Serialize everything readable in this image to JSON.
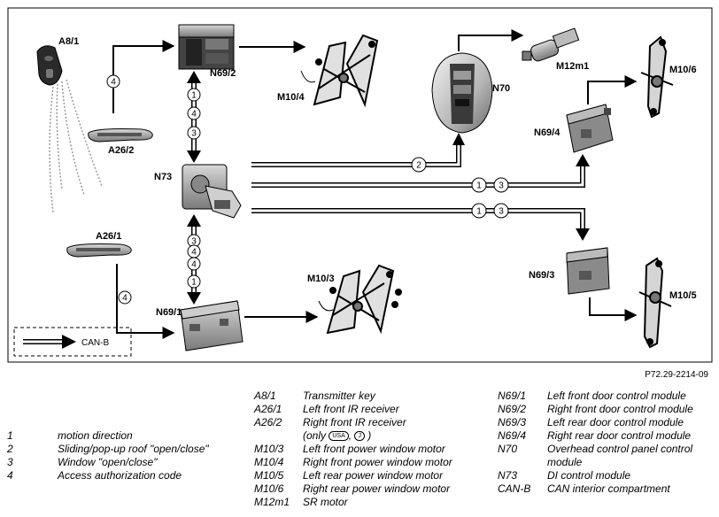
{
  "components": {
    "a8_1": "A8/1",
    "a26_1": "A26/1",
    "a26_2": "A26/2",
    "n73": "N73",
    "n69_1": "N69/1",
    "n69_2": "N69/2",
    "n69_3": "N69/3",
    "n69_4": "N69/4",
    "n70": "N70",
    "m10_3": "M10/3",
    "m10_4": "M10/4",
    "m10_5": "M10/5",
    "m10_6": "M10/6",
    "m12m1": "M12m1"
  },
  "can_b_label": "CAN-B",
  "path_numbers": {
    "a8_to_n69_2": "4",
    "a26_1_to_n69_1": "4",
    "n73_up": [
      "1",
      "4",
      "3"
    ],
    "n73_down": [
      "3",
      "4",
      "4",
      "1"
    ],
    "to_n70": "2",
    "to_n69_4": [
      "1",
      "3"
    ],
    "to_n69_3": [
      "1",
      "3"
    ]
  },
  "figure_ref": "P72.29-2214-09",
  "legend_left": [
    {
      "key": "1",
      "value": "motion direction"
    },
    {
      "key": "2",
      "value": "Sliding/pop-up roof \"open/close\""
    },
    {
      "key": "3",
      "value": "Window \"open/close\""
    },
    {
      "key": "4",
      "value": "Access authorization code"
    }
  ],
  "legend_mid": [
    {
      "key": "A8/1",
      "value": "Transmitter key"
    },
    {
      "key": "A26/1",
      "value": "Left front IR receiver"
    },
    {
      "key": "A26/2",
      "value": "Right front IR receiver"
    },
    {
      "key": "",
      "value": "(only",
      "badges": [
        "USA",
        "J"
      ],
      "suffix": ")"
    },
    {
      "key": "M10/3",
      "value": "Left front power window motor"
    },
    {
      "key": "M10/4",
      "value": "Right front power window motor"
    },
    {
      "key": "M10/5",
      "value": "Left rear power window motor"
    },
    {
      "key": "M10/6",
      "value": "Right rear power window motor"
    },
    {
      "key": "M12m1",
      "value": "SR motor"
    }
  ],
  "legend_right": [
    {
      "key": "N69/1",
      "value": "Left front door control module"
    },
    {
      "key": "N69/2",
      "value": "Right front door control module"
    },
    {
      "key": "N69/3",
      "value": "Left rear door control module"
    },
    {
      "key": "N69/4",
      "value": "Right rear door control module"
    },
    {
      "key": "N70",
      "value": "Overhead control panel control"
    },
    {
      "key": "",
      "value": "module"
    },
    {
      "key": "N73",
      "value": "DI control module"
    },
    {
      "key": "",
      "value": ""
    },
    {
      "key": "CAN-B",
      "value": "CAN interior compartment"
    }
  ]
}
